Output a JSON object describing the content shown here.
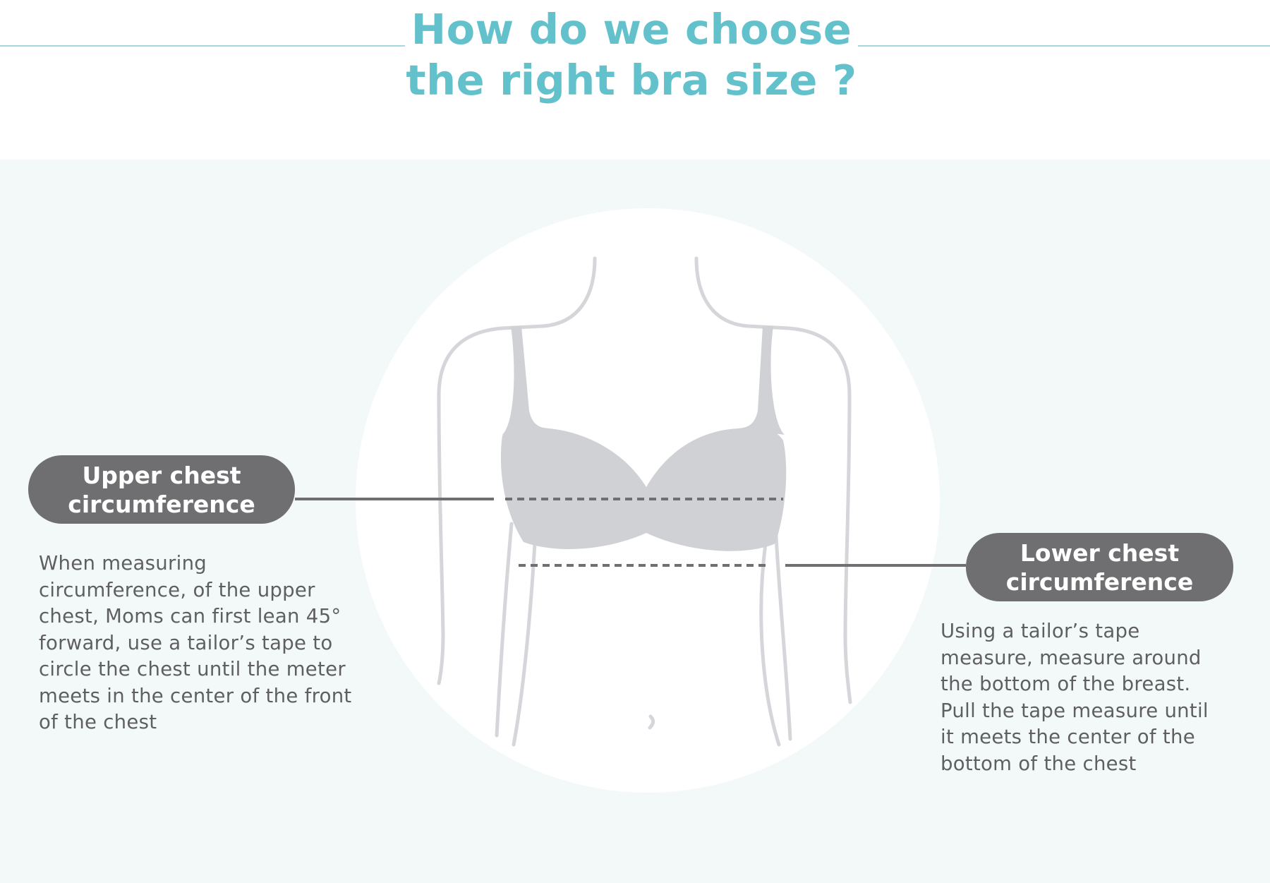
{
  "title": {
    "line1": "How do we choose",
    "line2": "the right bra size ?"
  },
  "upper": {
    "label_line1": "Upper chest",
    "label_line2": "circumference",
    "description_lines": [
      "When measuring",
      "circumference, of the upper",
      "chest, Moms can first lean 45°",
      "forward, use a tailor’s tape to",
      "circle the chest until the meter",
      "meets in the center of the front",
      "of the chest"
    ]
  },
  "lower": {
    "label_line1": "Lower chest",
    "label_line2": "circumference",
    "description_lines": [
      "Using a tailor’s tape",
      "measure, measure around",
      "the bottom of the breast.",
      "Pull the tape measure until",
      "it meets the center of the",
      "bottom of the chest"
    ]
  },
  "colors": {
    "title": "#63c1cc",
    "title_rule": "#a5d8de",
    "panel_background": "#f3f9f9",
    "circle": "#ffffff",
    "label_pill": "#6f6f71",
    "body_outline": "#d5d6da",
    "bra_fill": "#cfd1d5",
    "measure_line": "#6f6f71",
    "body_text": "#5f5f62"
  },
  "icons": {
    "figure": "torso-with-bra-illustration"
  }
}
